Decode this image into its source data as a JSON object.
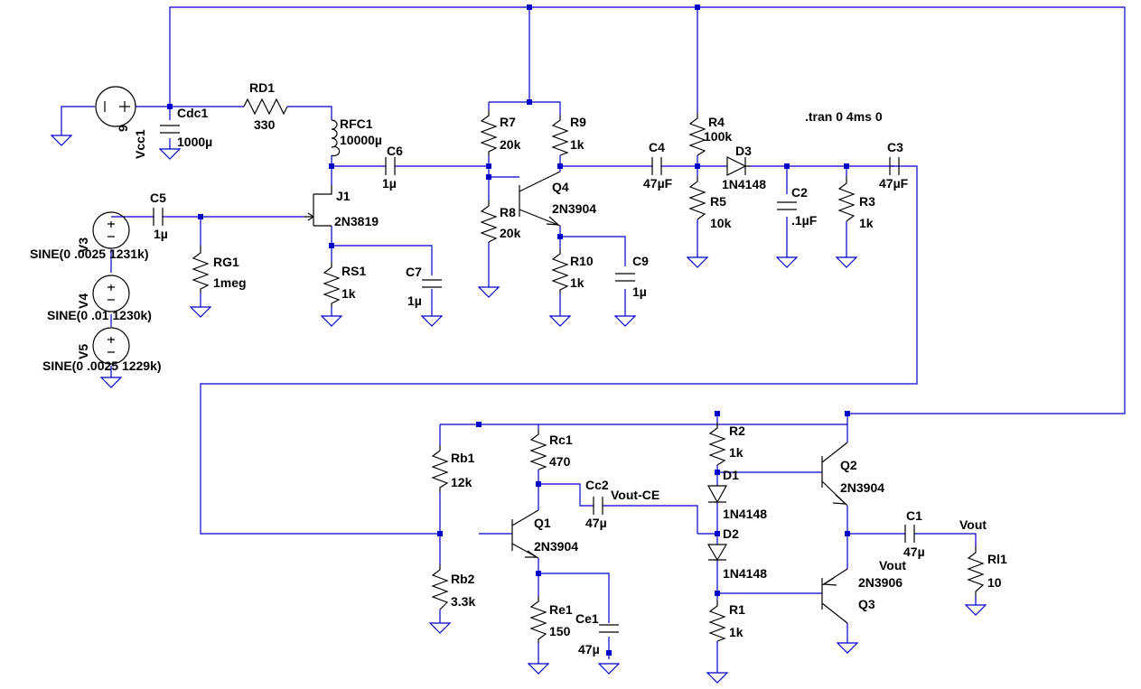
{
  "schematic": {
    "directive": ".tran 0 4ms 0",
    "labels": {
      "vcc1_name": "Vcc1",
      "vcc1_value": "9",
      "cdc1_name": "Cdc1",
      "cdc1_value": "1000µ",
      "rd1_name": "RD1",
      "rd1_value": "330",
      "rfc1_name": "RFC1",
      "rfc1_value": "10000µ",
      "c6_name": "C6",
      "c6_value": "1µ",
      "j1_name": "J1",
      "j1_value": "2N3819",
      "c5_name": "C5",
      "c5_value": "1µ",
      "rg1_name": "RG1",
      "rg1_value": "1meg",
      "rs1_name": "RS1",
      "rs1_value": "1k",
      "c7_name": "C7",
      "c7_value": "1µ",
      "v3_name": "V3",
      "v3_value": "SINE(0 .0025 1231k)",
      "v4_name": "V4",
      "v4_value": "SINE(0 .01 1230k)",
      "v5_name": "V5",
      "v5_value": "SINE(0 .0025 1229k)",
      "r7_name": "R7",
      "r7_value": "20k",
      "r8_name": "R8",
      "r8_value": "20k",
      "r9_name": "R9",
      "r9_value": "1k",
      "q4_name": "Q4",
      "q4_value": "2N3904",
      "r10_name": "R10",
      "r10_value": "1k",
      "c9_name": "C9",
      "c9_value": "1µ",
      "c4_name": "C4",
      "c4_value": "47µF",
      "r4_name": "R4",
      "r4_value": "100k",
      "r5_name": "R5",
      "r5_value": "10k",
      "d3_name": "D3",
      "d3_value": "1N4148",
      "c2_name": "C2",
      "c2_value": ".1µF",
      "r3_name": "R3",
      "r3_value": "1k",
      "c3_name": "C3",
      "c3_value": "47µF",
      "rb1_name": "Rb1",
      "rb1_value": "12k",
      "rb2_name": "Rb2",
      "rb2_value": "3.3k",
      "rc1_name": "Rc1",
      "rc1_value": "470",
      "q1_name": "Q1",
      "q1_value": "2N3904",
      "cc2_name": "Cc2",
      "cc2_value": "47µ",
      "net_vout_ce": "Vout-CE",
      "re1_name": "Re1",
      "re1_value": "150",
      "ce1_name": "Ce1",
      "ce1_value": "47µ",
      "r2_name": "R2",
      "r2_value": "1k",
      "d1_name": "D1",
      "d1_value": "1N4148",
      "d2_name": "D2",
      "d2_value": "1N4148",
      "r1_name": "R1",
      "r1_value": "1k",
      "q2_name": "Q2",
      "q2_value": "2N3904",
      "q3_name": "Q3",
      "q3_value": "2N3906",
      "c1_name": "C1",
      "c1_value": "47µ",
      "net_vout_top": "Vout",
      "net_vout_probe": "Vout",
      "rl1_name": "Rl1",
      "rl1_value": "10"
    }
  }
}
